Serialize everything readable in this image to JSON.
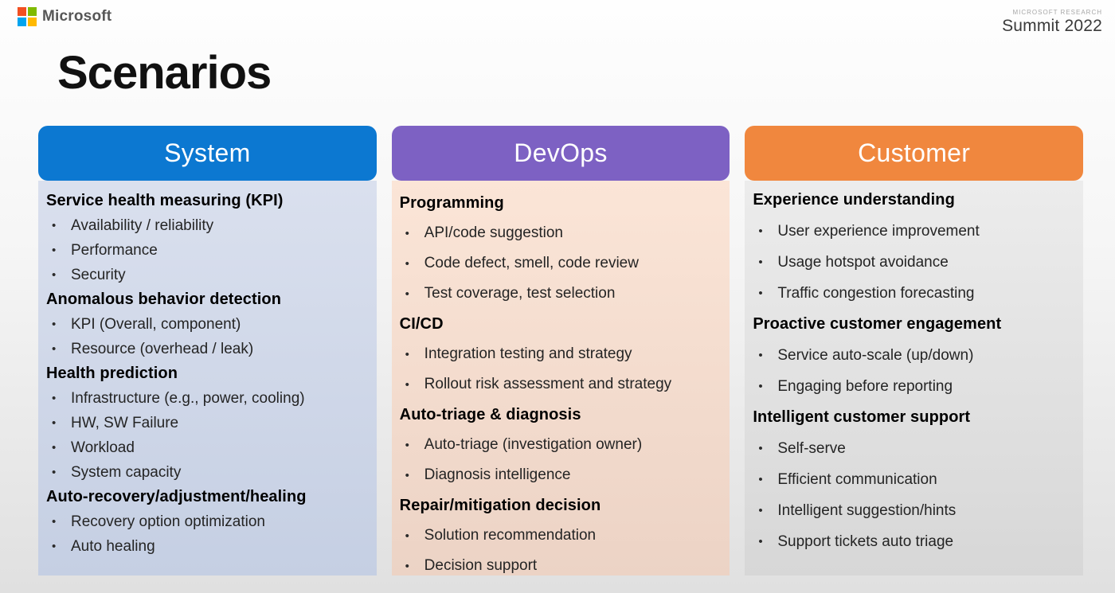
{
  "header": {
    "logo_text": "Microsoft",
    "logo_colors": [
      "#f25022",
      "#7fba00",
      "#00a4ef",
      "#ffb900"
    ],
    "event_small": "Microsoft Research",
    "event_large": "Summit 2022"
  },
  "title": "Scenarios",
  "bullet_char": "•",
  "columns": [
    {
      "id": "system",
      "label": "System",
      "header_color": "#0c78d1",
      "body_top_color": "#dae0ee",
      "body_bottom_color": "#c5cfe3",
      "sections": [
        {
          "heading": "Service health measuring (KPI)",
          "items": [
            "Availability / reliability",
            "Performance",
            "Security"
          ]
        },
        {
          "heading": "Anomalous behavior detection",
          "items": [
            "KPI (Overall, component)",
            "Resource (overhead / leak)"
          ]
        },
        {
          "heading": "Health prediction",
          "items": [
            "Infrastructure (e.g., power, cooling)",
            "HW, SW Failure",
            "Workload",
            "System capacity"
          ]
        },
        {
          "heading": "Auto-recovery/adjustment/healing",
          "items": [
            "Recovery option optimization",
            "Auto healing"
          ]
        }
      ]
    },
    {
      "id": "devops",
      "label": "DevOps",
      "header_color": "#7d61c3",
      "body_top_color": "#fbe5d7",
      "body_bottom_color": "#ecd3c5",
      "sections": [
        {
          "heading": "Programming",
          "items": [
            "API/code suggestion",
            "Code defect, smell, code review",
            "Test coverage, test selection"
          ]
        },
        {
          "heading": "CI/CD",
          "items": [
            "Integration testing and strategy",
            "Rollout risk assessment and strategy"
          ]
        },
        {
          "heading": "Auto-triage & diagnosis",
          "items": [
            "Auto-triage (investigation owner)",
            "Diagnosis intelligence"
          ]
        },
        {
          "heading": "Repair/mitigation decision",
          "items": [
            "Solution recommendation",
            "Decision support"
          ]
        }
      ]
    },
    {
      "id": "customer",
      "label": "Customer",
      "header_color": "#f0873e",
      "body_top_color": "#ececec",
      "body_bottom_color": "#d7d7d7",
      "sections": [
        {
          "heading": "Experience understanding",
          "items": [
            "User experience improvement",
            "Usage hotspot avoidance",
            "Traffic congestion forecasting"
          ]
        },
        {
          "heading": "Proactive customer engagement",
          "items": [
            "Service auto-scale (up/down)",
            "Engaging before reporting"
          ]
        },
        {
          "heading": "Intelligent customer support",
          "items": [
            "Self-serve",
            "Efficient communication",
            "Intelligent suggestion/hints",
            "Support tickets auto triage"
          ]
        }
      ]
    }
  ]
}
